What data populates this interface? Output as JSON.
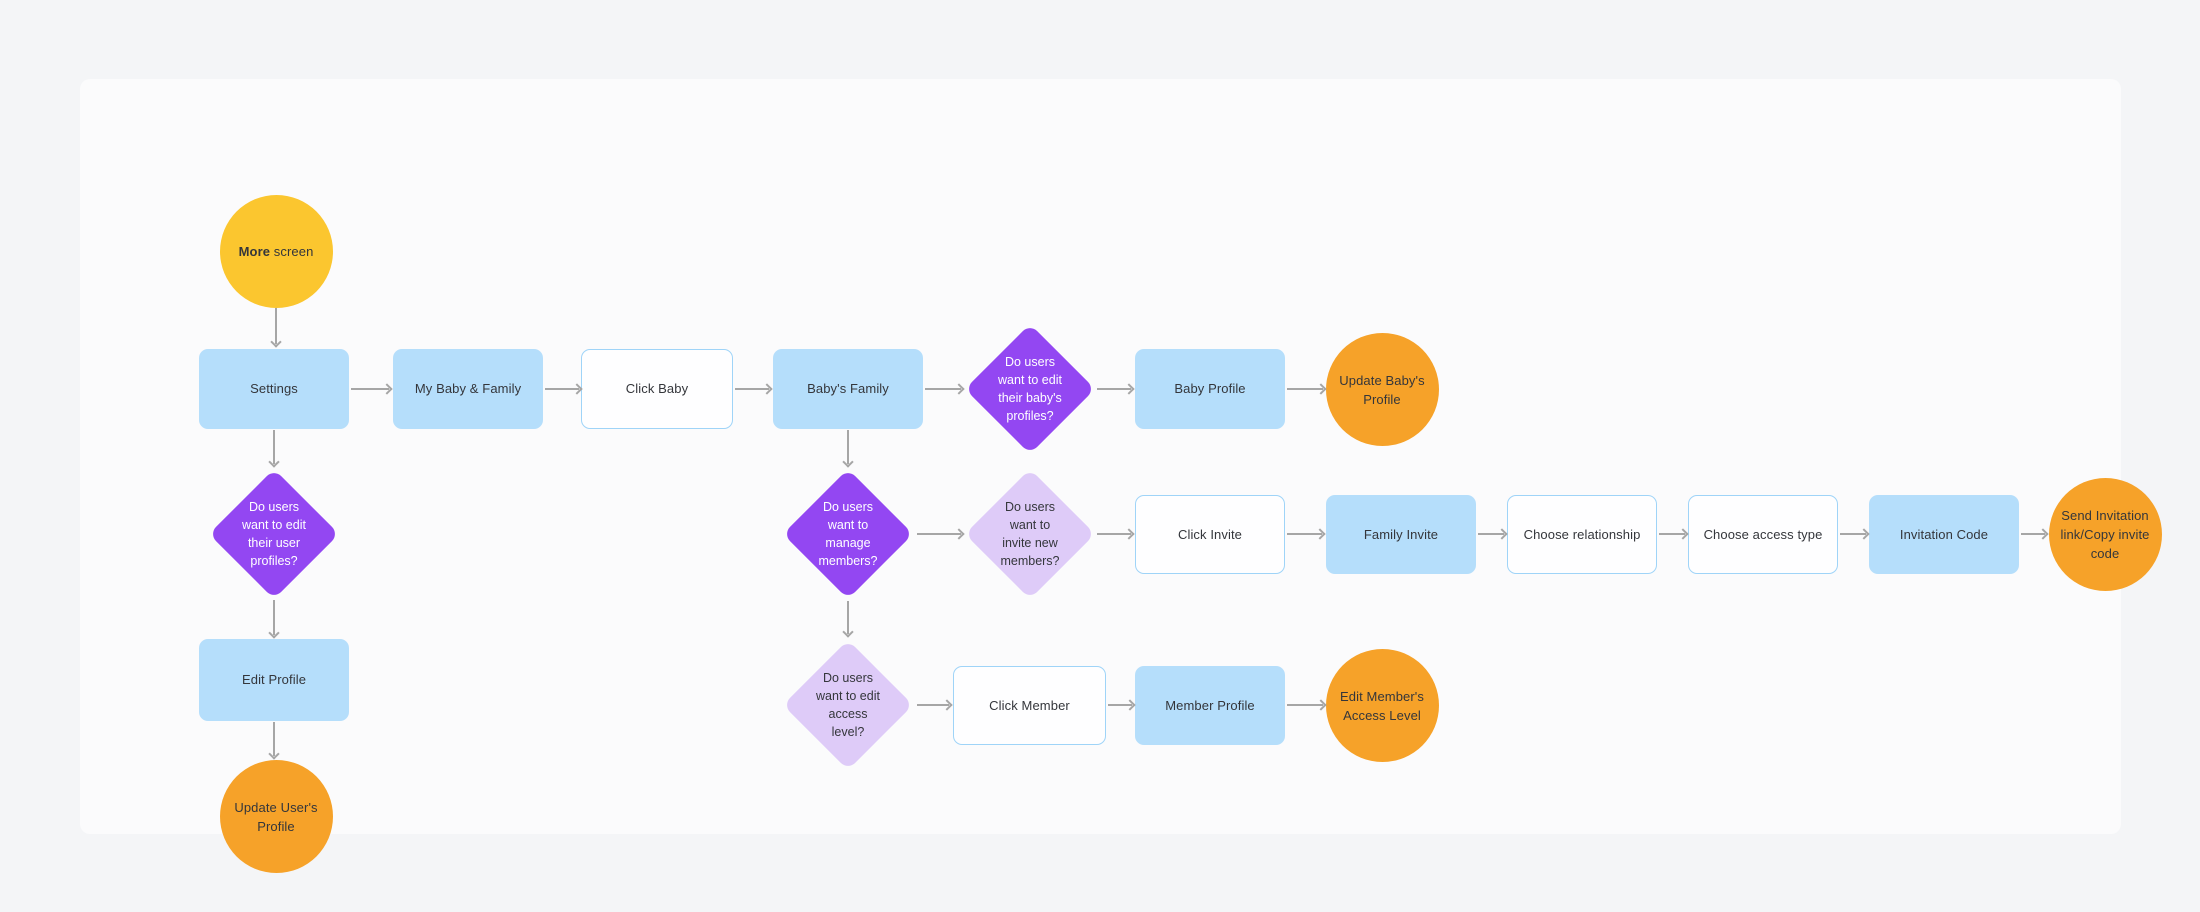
{
  "colors": {
    "page_bg": "#F4F5F7",
    "canvas_bg": "#FBFBFC",
    "yellow": "#FBC62F",
    "orange": "#F6A229",
    "blue_fill": "#B5DEFB",
    "blue_border": "#9FD4F8",
    "white_fill": "#FEFEFF",
    "purple": "#9347F2",
    "light_purple": "#DECBF8",
    "arrow": "#A6A6A6",
    "text_dark": "#34363B",
    "text_light": "#FFFFFF"
  },
  "nodes": {
    "more_screen": {
      "bold": "More",
      "rest": " screen"
    },
    "settings": {
      "label": "Settings"
    },
    "my_baby_family": {
      "label": "My Baby & Family"
    },
    "click_baby": {
      "label": "Click Baby"
    },
    "babys_family": {
      "label": "Baby's Family"
    },
    "edit_baby_profiles": {
      "label": "Do users\nwant to edit\ntheir baby's\nprofiles?"
    },
    "baby_profile": {
      "label": "Baby Profile"
    },
    "update_babys_profile": {
      "label": "Update Baby's\nProfile"
    },
    "edit_user_profiles": {
      "label": "Do users\nwant to edit\ntheir user\nprofiles?"
    },
    "edit_profile": {
      "label": "Edit Profile"
    },
    "update_users_profile": {
      "label": "Update User's\nProfile"
    },
    "manage_members": {
      "label": "Do users\nwant to\nmanage\nmembers?"
    },
    "invite_new_members": {
      "label": "Do users\nwant to\ninvite new\nmembers?"
    },
    "click_invite": {
      "label": "Click Invite"
    },
    "family_invite": {
      "label": "Family Invite"
    },
    "choose_relationship": {
      "label": "Choose relationship"
    },
    "choose_access_type": {
      "label": "Choose access type"
    },
    "invitation_code": {
      "label": "Invitation Code"
    },
    "send_invitation": {
      "label": "Send Invitation\nlink/Copy invite\ncode"
    },
    "edit_access_level": {
      "label": "Do users\nwant to edit\naccess\nlevel?"
    },
    "click_member": {
      "label": "Click Member"
    },
    "member_profile": {
      "label": "Member Profile"
    },
    "edit_members_access": {
      "label": "Edit Member's\nAccess Level"
    }
  }
}
